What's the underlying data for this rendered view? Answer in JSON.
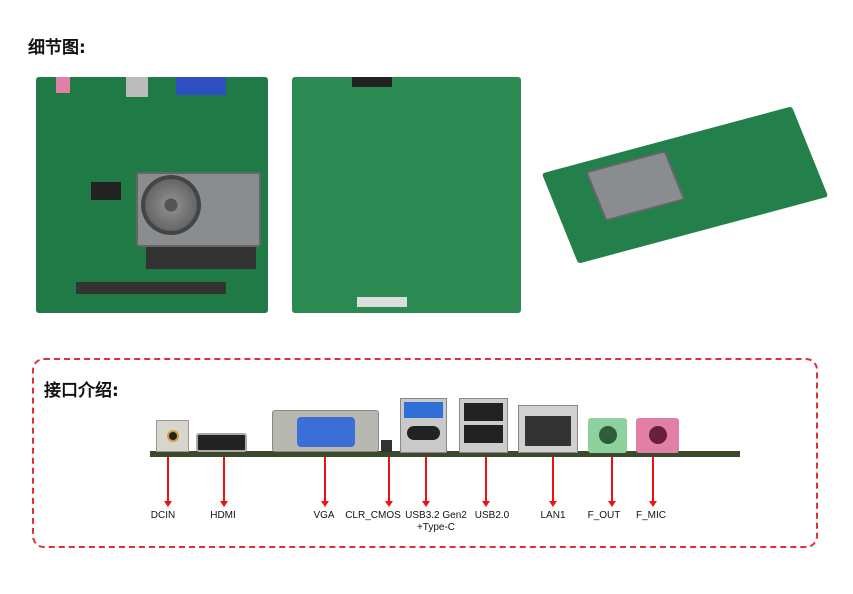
{
  "details_title": "细节图:",
  "interfaces_title": "接口介绍:",
  "ports": [
    {
      "label": "DCIN"
    },
    {
      "label": "HDMI"
    },
    {
      "label": "VGA"
    },
    {
      "label": "CLR_CMOS"
    },
    {
      "label": "USB3.2 Gen2",
      "label2": "+Type-C"
    },
    {
      "label": "USB2.0"
    },
    {
      "label": "LAN1"
    },
    {
      "label": "F_OUT"
    },
    {
      "label": "F_MIC"
    }
  ],
  "colors": {
    "pcb": "#1f7a45",
    "accent": "#e03030",
    "usb3": "#2f6fd6",
    "audio_out": "#8fd19e",
    "audio_mic": "#e27fa6"
  }
}
